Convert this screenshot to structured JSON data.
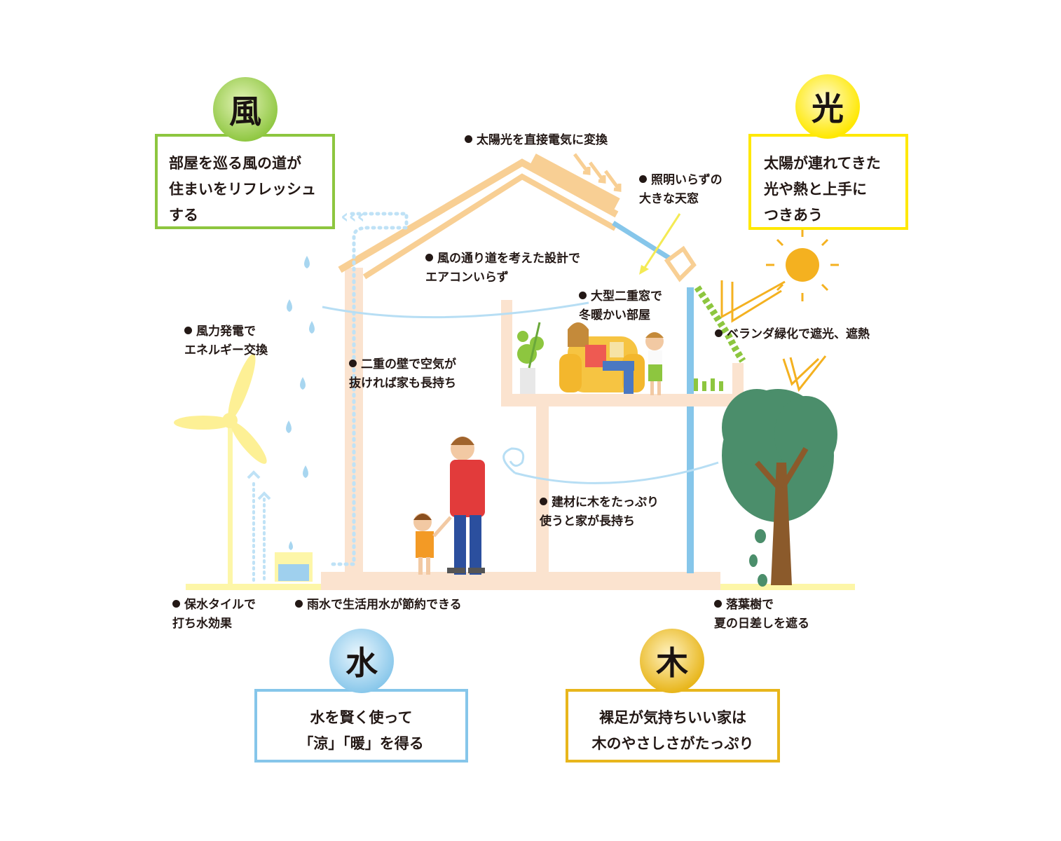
{
  "colors": {
    "wind": "#8dc63f",
    "light": "#ffe800",
    "water": "#86c6ea",
    "wood": "#e8b61c",
    "house": "#fbe3cf",
    "roof": "#f8cf94",
    "tree": "#4b8e6b"
  },
  "pillars": {
    "wind": {
      "char": "風",
      "text": "部屋を巡る風の道が\n住まいをリフレッシュ\nする"
    },
    "light": {
      "char": "光",
      "text": "太陽が連れてきた\n光や熱と上手に\nつきあう"
    },
    "water": {
      "char": "水",
      "text": "水を賢く使って\n「涼」「暖」を得る"
    },
    "wood": {
      "char": "木",
      "text": "裸足が気持ちいい家は\n木のやさしさがたっぷり"
    }
  },
  "notes": {
    "solar": "太陽光を直接電気に変換",
    "skylight": "照明いらずの\n大きな天窓",
    "airflow": "風の通り道を考えた設計で\nエアコンいらず",
    "double_window": "大型二重窓で\n冬暖かい部屋",
    "veranda": "ベランダ緑化で遮光、遮熱",
    "wind_power": "風力発電で\nエネルギー交換",
    "double_wall": "二重の壁で空気が\n抜ければ家も長持ち",
    "wood_material": "建材に木をたっぷり\n使うと家が長持ち",
    "tile": "保水タイルで\n打ち水効果",
    "rainwater": "雨水で生活用水が節約できる",
    "deciduous": "落葉樹で\n夏の日差しを遮る"
  },
  "icons": [
    "wind-turbine-icon",
    "sun-icon",
    "tree-icon",
    "raindrop-icon",
    "family-illustration",
    "plant-icon",
    "rain-tank-icon"
  ]
}
